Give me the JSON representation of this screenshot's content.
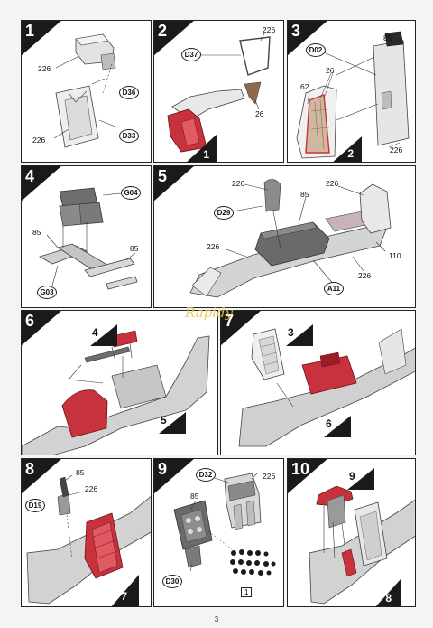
{
  "steps": [
    {
      "num": "1",
      "labels": [
        "226",
        "226"
      ],
      "parts": [
        "D36",
        "D33"
      ]
    },
    {
      "num": "2",
      "labels": [
        "226",
        "26"
      ],
      "parts": [
        "D37"
      ],
      "ref": "1"
    },
    {
      "num": "3",
      "labels": [
        "85",
        "26",
        "62",
        "226"
      ],
      "parts": [
        "D02"
      ],
      "ref": "2"
    },
    {
      "num": "4",
      "labels": [
        "85",
        "85"
      ],
      "parts": [
        "G04",
        "G03"
      ]
    },
    {
      "num": "5",
      "labels": [
        "226",
        "85",
        "226",
        "226",
        "110",
        "226"
      ],
      "parts": [
        "D29",
        "A11"
      ]
    },
    {
      "num": "6",
      "refs": [
        "4",
        "5"
      ]
    },
    {
      "num": "7",
      "refs": [
        "3",
        "6"
      ]
    },
    {
      "num": "8",
      "labels": [
        "85",
        "226"
      ],
      "parts": [
        "D19"
      ],
      "ref": "7"
    },
    {
      "num": "9",
      "labels": [
        "226",
        "85"
      ],
      "parts": [
        "D32",
        "D30"
      ],
      "box": "1"
    },
    {
      "num": "10",
      "refs": [
        "9",
        "8"
      ]
    }
  ],
  "watermark": "Rapidy",
  "page_number": "3",
  "colors": {
    "red": "#c8323c",
    "grey": "#8c8c8c",
    "light": "#d6d6d6"
  }
}
